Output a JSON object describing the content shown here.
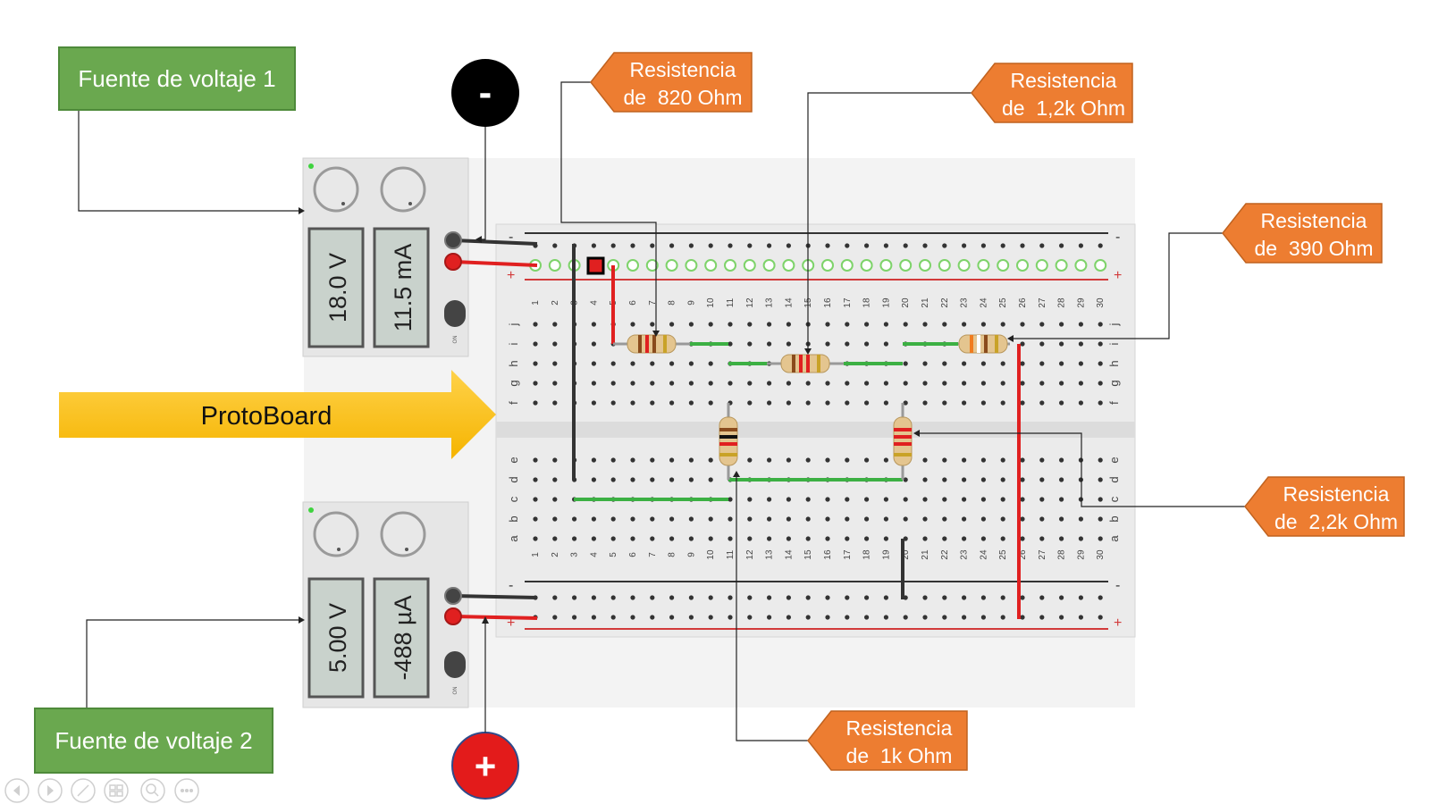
{
  "labels": {
    "fuente1": "Fuente de voltaje 1",
    "fuente2": "Fuente de voltaje 2",
    "protoboard": "ProtoBoard"
  },
  "terminals": {
    "negative": "-",
    "positive": "+"
  },
  "supply1": {
    "voltage": "18.0 V",
    "current": "11.5 mA",
    "on_label": "ON"
  },
  "supply2": {
    "voltage": "5.00 V",
    "current": "-488 µA",
    "on_label": "ON"
  },
  "breadboard": {
    "columns": [
      "1",
      "2",
      "3",
      "4",
      "5",
      "6",
      "7",
      "8",
      "9",
      "10",
      "11",
      "12",
      "13",
      "14",
      "15",
      "16",
      "17",
      "18",
      "19",
      "20",
      "21",
      "22",
      "23",
      "24",
      "25",
      "26",
      "27",
      "28",
      "29",
      "30"
    ],
    "rows_top": [
      "j",
      "i",
      "h",
      "g",
      "f"
    ],
    "rows_bottom": [
      "e",
      "d",
      "c",
      "b",
      "a"
    ],
    "rail_minus": "-",
    "rail_plus": "+"
  },
  "callouts": [
    {
      "id": "r820",
      "line1": "Resistencia",
      "line2": "de  820 Ohm"
    },
    {
      "id": "r1k2",
      "line1": "Resistencia",
      "line2": "de  1,2k Ohm"
    },
    {
      "id": "r390",
      "line1": "Resistencia",
      "line2": "de  390 Ohm"
    },
    {
      "id": "r2k2",
      "line1": "Resistencia",
      "line2": "de  2,2k Ohm"
    },
    {
      "id": "r1k",
      "line1": "Resistencia",
      "line2": "de  1k Ohm"
    }
  ],
  "colors": {
    "callout": "#ed7d31",
    "label_green": "#6aa84f",
    "arrow_yellow": "#ffc000",
    "wire_red": "#e02020",
    "wire_black": "#333333",
    "wire_green": "#3cb043",
    "terminal_red": "#e31b1b"
  },
  "icons": [
    "prev-icon",
    "next-icon",
    "pen-icon",
    "slides-icon",
    "zoom-icon",
    "more-icon"
  ]
}
